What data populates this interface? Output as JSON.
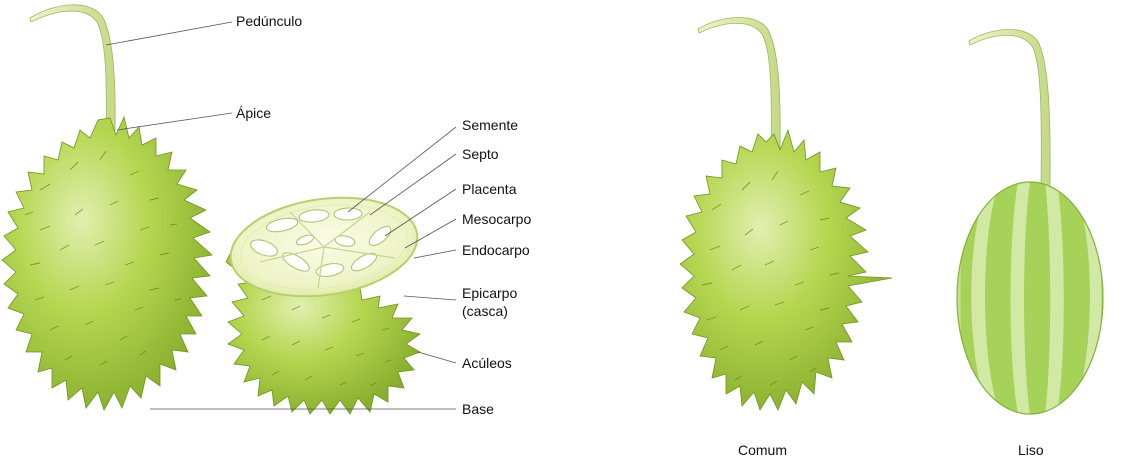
{
  "labels": {
    "peduncle": "Pedúnculo",
    "apex": "Ápice",
    "seed": "Semente",
    "septum": "Septo",
    "placenta": "Placenta",
    "mesocarp": "Mesocarpo",
    "endocarp": "Endocarpo",
    "epicarp_line1": "Epicarpo",
    "epicarp_line2": "(casca)",
    "aculeus": "Acúleos",
    "base": "Base"
  },
  "captions": {
    "common": "Comum",
    "smooth": "Liso"
  },
  "colors": {
    "fruit_green": "#a8cf3f",
    "fruit_light": "#cfe58a",
    "fruit_dark": "#7fa52a",
    "cut_flesh": "#f4f6d2",
    "smooth_stripe_light": "#c9e39a",
    "smooth_stripe_dark": "#9ccb4a",
    "stem": "#d9e6a6",
    "leader_line": "#555555"
  }
}
